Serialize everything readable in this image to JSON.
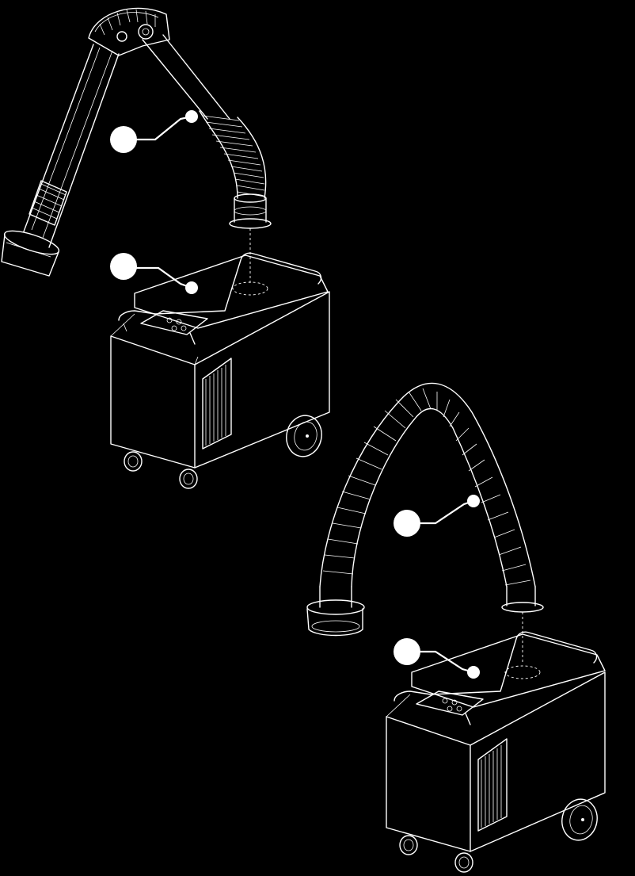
{
  "figure": {
    "background": "#000000",
    "line_color": "#ffffff",
    "assemblies": [
      {
        "name": "articulated-arm-unit",
        "callouts": [
          {
            "target": "arm",
            "label": ""
          },
          {
            "target": "cabinet-top",
            "label": ""
          }
        ]
      },
      {
        "name": "flexible-hose-unit",
        "callouts": [
          {
            "target": "hose",
            "label": ""
          },
          {
            "target": "cabinet-top",
            "label": ""
          }
        ]
      }
    ]
  }
}
